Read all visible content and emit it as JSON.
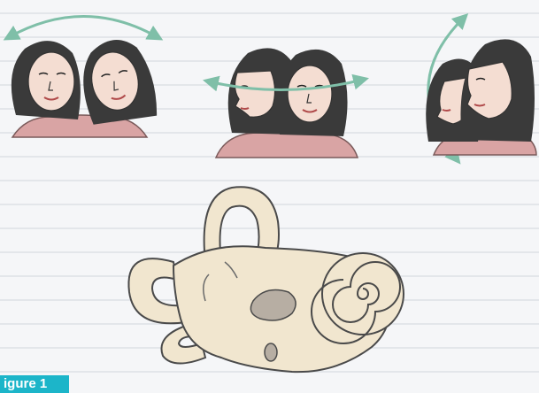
{
  "figure": {
    "label": "igure 1",
    "accent_color": "#1cb5c9",
    "arrow_color": "#7fbfa8",
    "skin_color": "#f4ddd2",
    "hair_color": "#3a3a3a",
    "shirt_color": "#d9a4a4",
    "bone_color": "#f1e6cf"
  },
  "panels": [
    {
      "name": "head-roll",
      "icon": "tilt-head"
    },
    {
      "name": "head-turn",
      "icon": "turn-head"
    },
    {
      "name": "head-nod",
      "icon": "nod-head"
    }
  ],
  "inner_ear": {
    "icon": "vestibular-labyrinth"
  }
}
